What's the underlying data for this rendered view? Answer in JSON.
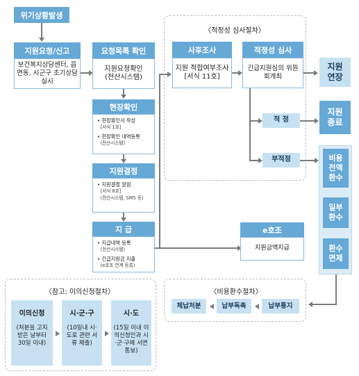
{
  "crisis": "위기상황발생",
  "request": {
    "title": "지원요청/신고",
    "body": "보건복지상담센터, 읍면동, 시군구 초기상담실시"
  },
  "check_req": {
    "title": "요청목록 확인",
    "line1": "지원요청확인",
    "line2": "(전산시스템)"
  },
  "site": {
    "title": "현장확인",
    "item1": "현장확인서 작성",
    "item1_sub": "[서식 1호]",
    "item2": "현장확인 내역등록",
    "item2_sub": "(전산시스템)"
  },
  "decision": {
    "title": "지원결정",
    "item1": "지원결정 알림",
    "item1_sub": "[서식 8호]",
    "item1_sub2": "(전산시스템, SMS 등)"
  },
  "payment": {
    "title": "지 급",
    "item1": "지급내역 등록",
    "item1_sub": "(전산시스템)",
    "item2": "긴급지원금 지출",
    "item2_sub": "(e호조 연계 등록)"
  },
  "review": {
    "title": "〈적정성 심사절차〉",
    "post": {
      "title": "사후조사",
      "line1": "지원 적합여부조사",
      "line2": "[서식 11호]"
    },
    "judge": {
      "title": "적정성 심사",
      "body": "긴급지원심의 위원회개최"
    },
    "ok": "적 정",
    "bad": "부적정"
  },
  "outcomes": {
    "extend": "지원 연장",
    "end": "지원 종료",
    "refund_all": "비용 전액 환수",
    "refund_part": "일부 환수",
    "refund_exempt": "환수 면제"
  },
  "ehojo": {
    "title": "e호조",
    "body": "지원금액지급"
  },
  "refund_proc": {
    "title": "〈비용환수절차〉",
    "notice": "납부통지",
    "urge": "납부독촉",
    "arrears": "체납처분"
  },
  "objection": {
    "title": "〈참고: 이의신청절차〉",
    "step1": {
      "title": "이의신청",
      "body": "(처분을 고지 받은 날부터 30일 이내)"
    },
    "step2": {
      "title": "시·군·구",
      "body": "(10일내 시·도로 관련 서류 제출)"
    },
    "step3": {
      "title": "시·도",
      "body": "(15일 이내 이의신청인과 시·군·구에 서면 통보)"
    }
  },
  "colors": {
    "primary": "#66a8d6",
    "light": "#c7e1f2",
    "arrow": "#7a7a7a"
  }
}
